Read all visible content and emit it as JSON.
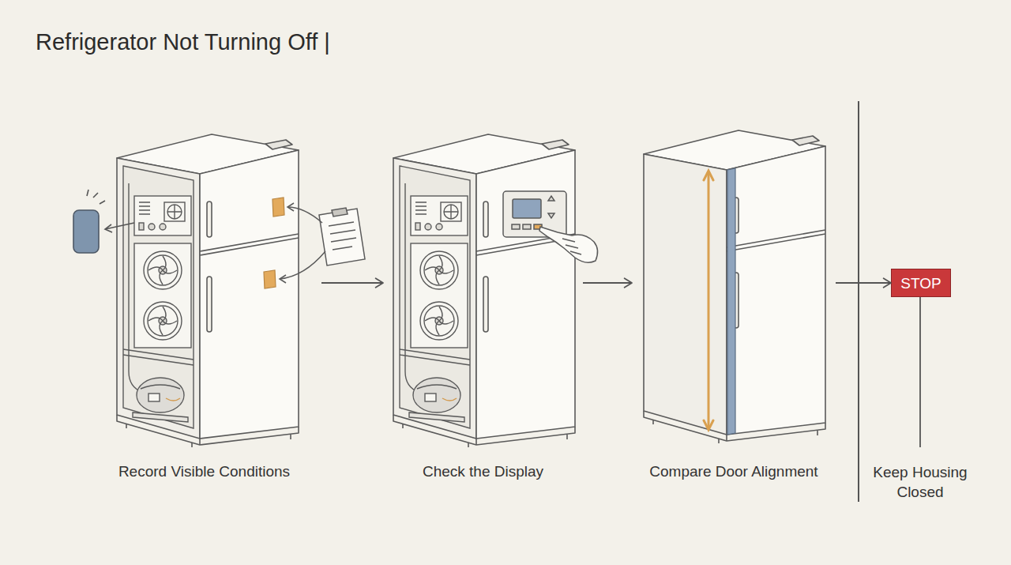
{
  "diagram": {
    "title": "Refrigerator Not Turning Off |",
    "nodes": [
      {
        "text": [
          "Record Visible Conditions"
        ]
      },
      {
        "text": [
          "Check the Display"
        ]
      },
      {
        "text": [
          "Compare Door Alignment"
        ]
      },
      {
        "text": [
          "STOP"
        ]
      }
    ],
    "edges": [
      {
        "from": 0,
        "to": 1,
        "arrow": "to"
      },
      {
        "from": 1,
        "to": 2,
        "arrow": "to"
      },
      {
        "from": 2,
        "to": 3,
        "arrow": "to"
      }
    ],
    "labels": [
      "Keep Housing Closed"
    ]
  }
}
